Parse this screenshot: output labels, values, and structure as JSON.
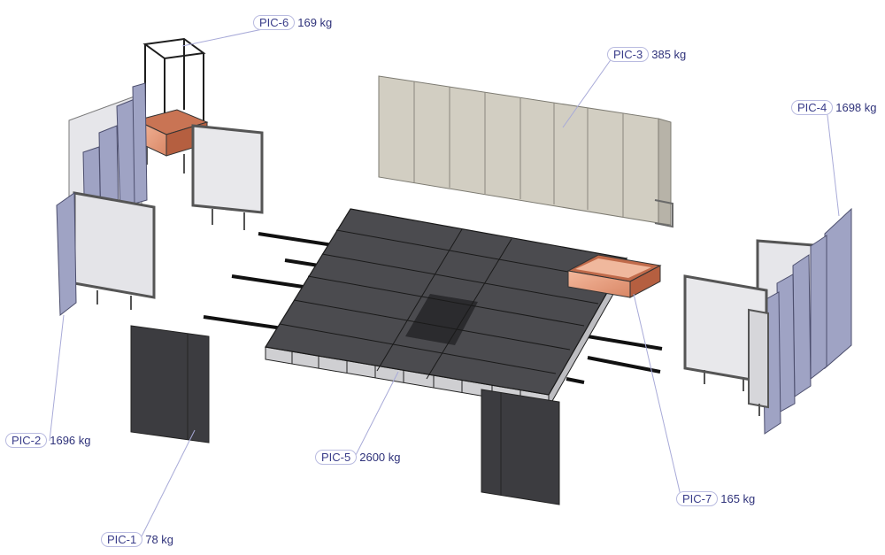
{
  "callouts": [
    {
      "id": "PIC-6",
      "weight": "169 kg"
    },
    {
      "id": "PIC-3",
      "weight": "385 kg"
    },
    {
      "id": "PIC-4",
      "weight": "1698 kg"
    },
    {
      "id": "PIC-2",
      "weight": "1696 kg"
    },
    {
      "id": "PIC-5",
      "weight": "2600 kg"
    },
    {
      "id": "PIC-7",
      "weight": "165 kg"
    },
    {
      "id": "PIC-1",
      "weight": "78 kg"
    }
  ],
  "colors": {
    "leader": "#a8aad8",
    "label_text": "#3a3d8a",
    "deck": "#4a4a4e",
    "deck_center": "#2e2e31",
    "panel_beige": "#cfcbbf",
    "panel_blue": "#9fa3c4",
    "glass": "#e6e6e9",
    "door_dark": "#3c3c40",
    "box_copper": "#e8a083"
  }
}
